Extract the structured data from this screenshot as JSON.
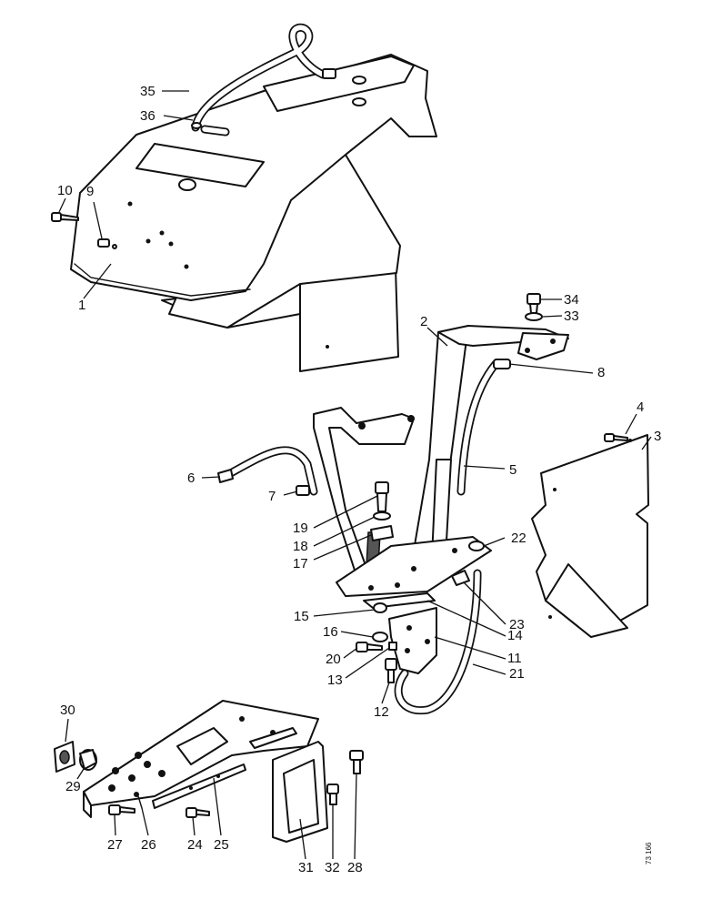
{
  "callouts": [
    {
      "label": "1"
    },
    {
      "label": "2"
    },
    {
      "label": "3"
    },
    {
      "label": "4"
    },
    {
      "label": "5"
    },
    {
      "label": "6"
    },
    {
      "label": "7"
    },
    {
      "label": "8"
    },
    {
      "label": "9"
    },
    {
      "label": "10"
    },
    {
      "label": "11"
    },
    {
      "label": "12"
    },
    {
      "label": "13"
    },
    {
      "label": "14"
    },
    {
      "label": "15"
    },
    {
      "label": "16"
    },
    {
      "label": "17"
    },
    {
      "label": "18"
    },
    {
      "label": "19"
    },
    {
      "label": "20"
    },
    {
      "label": "21"
    },
    {
      "label": "22"
    },
    {
      "label": "23"
    },
    {
      "label": "24"
    },
    {
      "label": "25"
    },
    {
      "label": "26"
    },
    {
      "label": "27"
    },
    {
      "label": "28"
    },
    {
      "label": "29"
    },
    {
      "label": "30"
    },
    {
      "label": "31"
    },
    {
      "label": "32"
    },
    {
      "label": "33"
    },
    {
      "label": "34"
    },
    {
      "label": "35"
    },
    {
      "label": "36"
    }
  ],
  "figure_ref": "73 166"
}
